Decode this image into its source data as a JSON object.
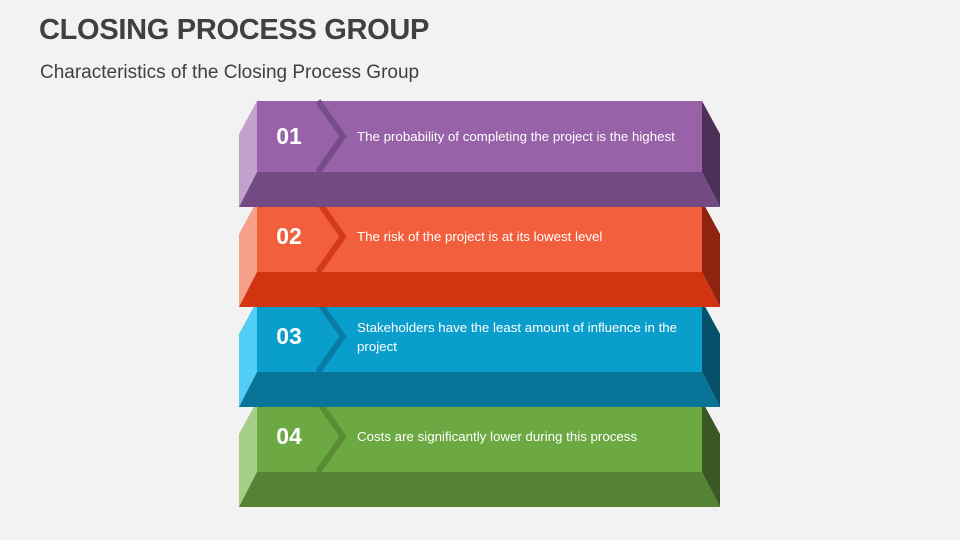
{
  "header": {
    "title": "CLOSING PROCESS GROUP",
    "subtitle": "Characteristics of the Closing Process Group"
  },
  "steps": [
    {
      "number": "01",
      "text": "The probability of completing the project is the highest",
      "colors": {
        "front": "#9862A8",
        "bottom": "#744A84",
        "left": "#C3A1CD",
        "right": "#4D3058",
        "chevron": "#774C88"
      }
    },
    {
      "number": "02",
      "text": "The risk of the project is at its lowest level",
      "colors": {
        "front": "#F15F3D",
        "bottom": "#D23411",
        "left": "#F6A08C",
        "right": "#8E2410",
        "chevron": "#D53A17"
      }
    },
    {
      "number": "03",
      "text": "Stakeholders have the least amount of influence in the project",
      "colors": {
        "front": "#0A9ECC",
        "bottom": "#087497",
        "left": "#52CDF5",
        "right": "#07506A",
        "chevron": "#0A7CA2"
      }
    },
    {
      "number": "04",
      "text": "Costs are significantly lower during this process",
      "colors": {
        "front": "#6DA942",
        "bottom": "#558233",
        "left": "#A5CF86",
        "right": "#3A5823",
        "chevron": "#5A8C35"
      }
    }
  ]
}
